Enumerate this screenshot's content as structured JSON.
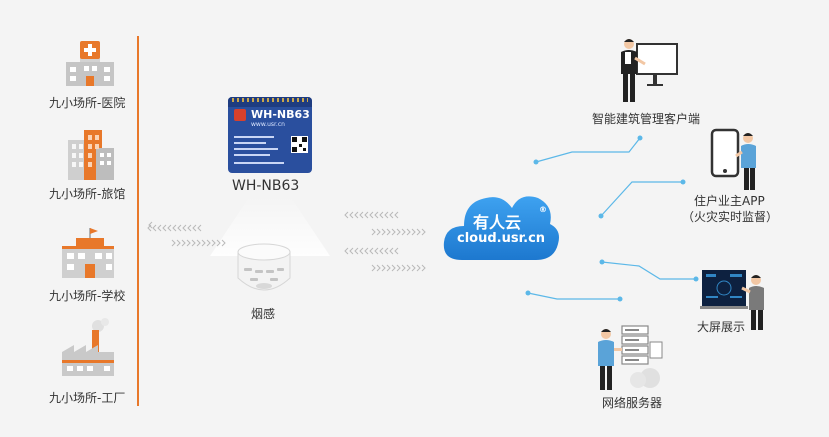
{
  "venues": [
    {
      "label": "九小场所-医院",
      "icon": "hospital-icon"
    },
    {
      "label": "九小场所-旅馆",
      "icon": "hotel-icon"
    },
    {
      "label": "九小场所-学校",
      "icon": "school-icon"
    },
    {
      "label": "九小场所-工厂",
      "icon": "factory-icon"
    }
  ],
  "module": {
    "name": "WH-NB63",
    "chip_title": "WH-NB63",
    "chip_url": "www.usr.cn"
  },
  "detector": {
    "label": "烟感"
  },
  "cloud": {
    "name": "有人云",
    "registered": "®",
    "url": "cloud.usr.cn"
  },
  "clients": [
    {
      "label": "智能建筑管理客户端",
      "icon": "presenter-icon"
    },
    {
      "label_line1": "住户业主APP",
      "label_line2": "（火灾实时监督）",
      "icon": "smartphone-user-icon"
    },
    {
      "label": "大屏展示",
      "icon": "big-screen-icon"
    },
    {
      "label": "网络服务器",
      "icon": "server-icon"
    }
  ],
  "colors": {
    "accent_orange": "#e8782a",
    "cloud_blue": "#2a8de0",
    "link_blue": "#5cb8e8",
    "arrow_gray": "#b9b9b9"
  }
}
